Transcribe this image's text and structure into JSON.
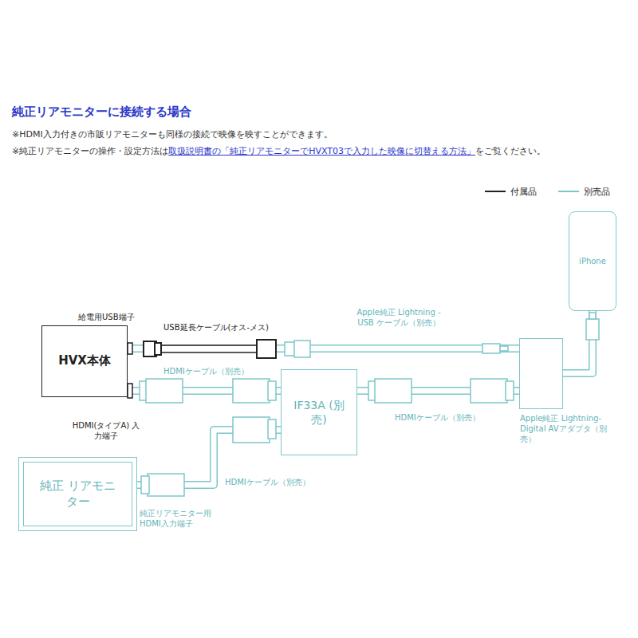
{
  "diagram": {
    "title": "純正リアモニターに接続する場合",
    "nodes": [
      {
        "text": [
          "iPhone"
        ]
      },
      {
        "text": [
          "HVX本体"
        ]
      },
      {
        "text": [
          "IF33A (別売)"
        ]
      },
      {
        "text": [
          "Apple純正 Lightning-Digital AVアダプタ（別売）"
        ]
      },
      {
        "text": [
          "純正 リアモニター"
        ]
      }
    ],
    "edges": [
      {
        "from": 1,
        "to": 3,
        "arrow": "none"
      },
      {
        "from": 1,
        "to": 2,
        "arrow": "none"
      },
      {
        "from": 2,
        "to": 3,
        "arrow": "none"
      },
      {
        "from": 2,
        "to": 4,
        "arrow": "none"
      },
      {
        "from": 3,
        "to": 0,
        "arrow": "none"
      }
    ],
    "labels": [
      "※HDMI入力付きの市販リアモニターも同様の接続で映像を映すことができます。",
      "※純正リアモニターの操作・設定方法は",
      "取扱説明書の「純正リアモニターでHVXT03で入力した映像に切替える方法」",
      "をご覧ください。",
      "給電用USB端子",
      "USB延長ケーブル(オス-メス)",
      "Apple純正 Lightning - USB ケーブル（別売）",
      "HDMIケーブル（別売）",
      "HDMIケーブル（別売）",
      "HDMIケーブル（別売）",
      "HDMI(タイプA) 入力端子",
      "純正リアモニター用 HDMI入力端子"
    ],
    "legend": [
      {
        "text": "付属品"
      },
      {
        "text": "別売品"
      }
    ]
  }
}
